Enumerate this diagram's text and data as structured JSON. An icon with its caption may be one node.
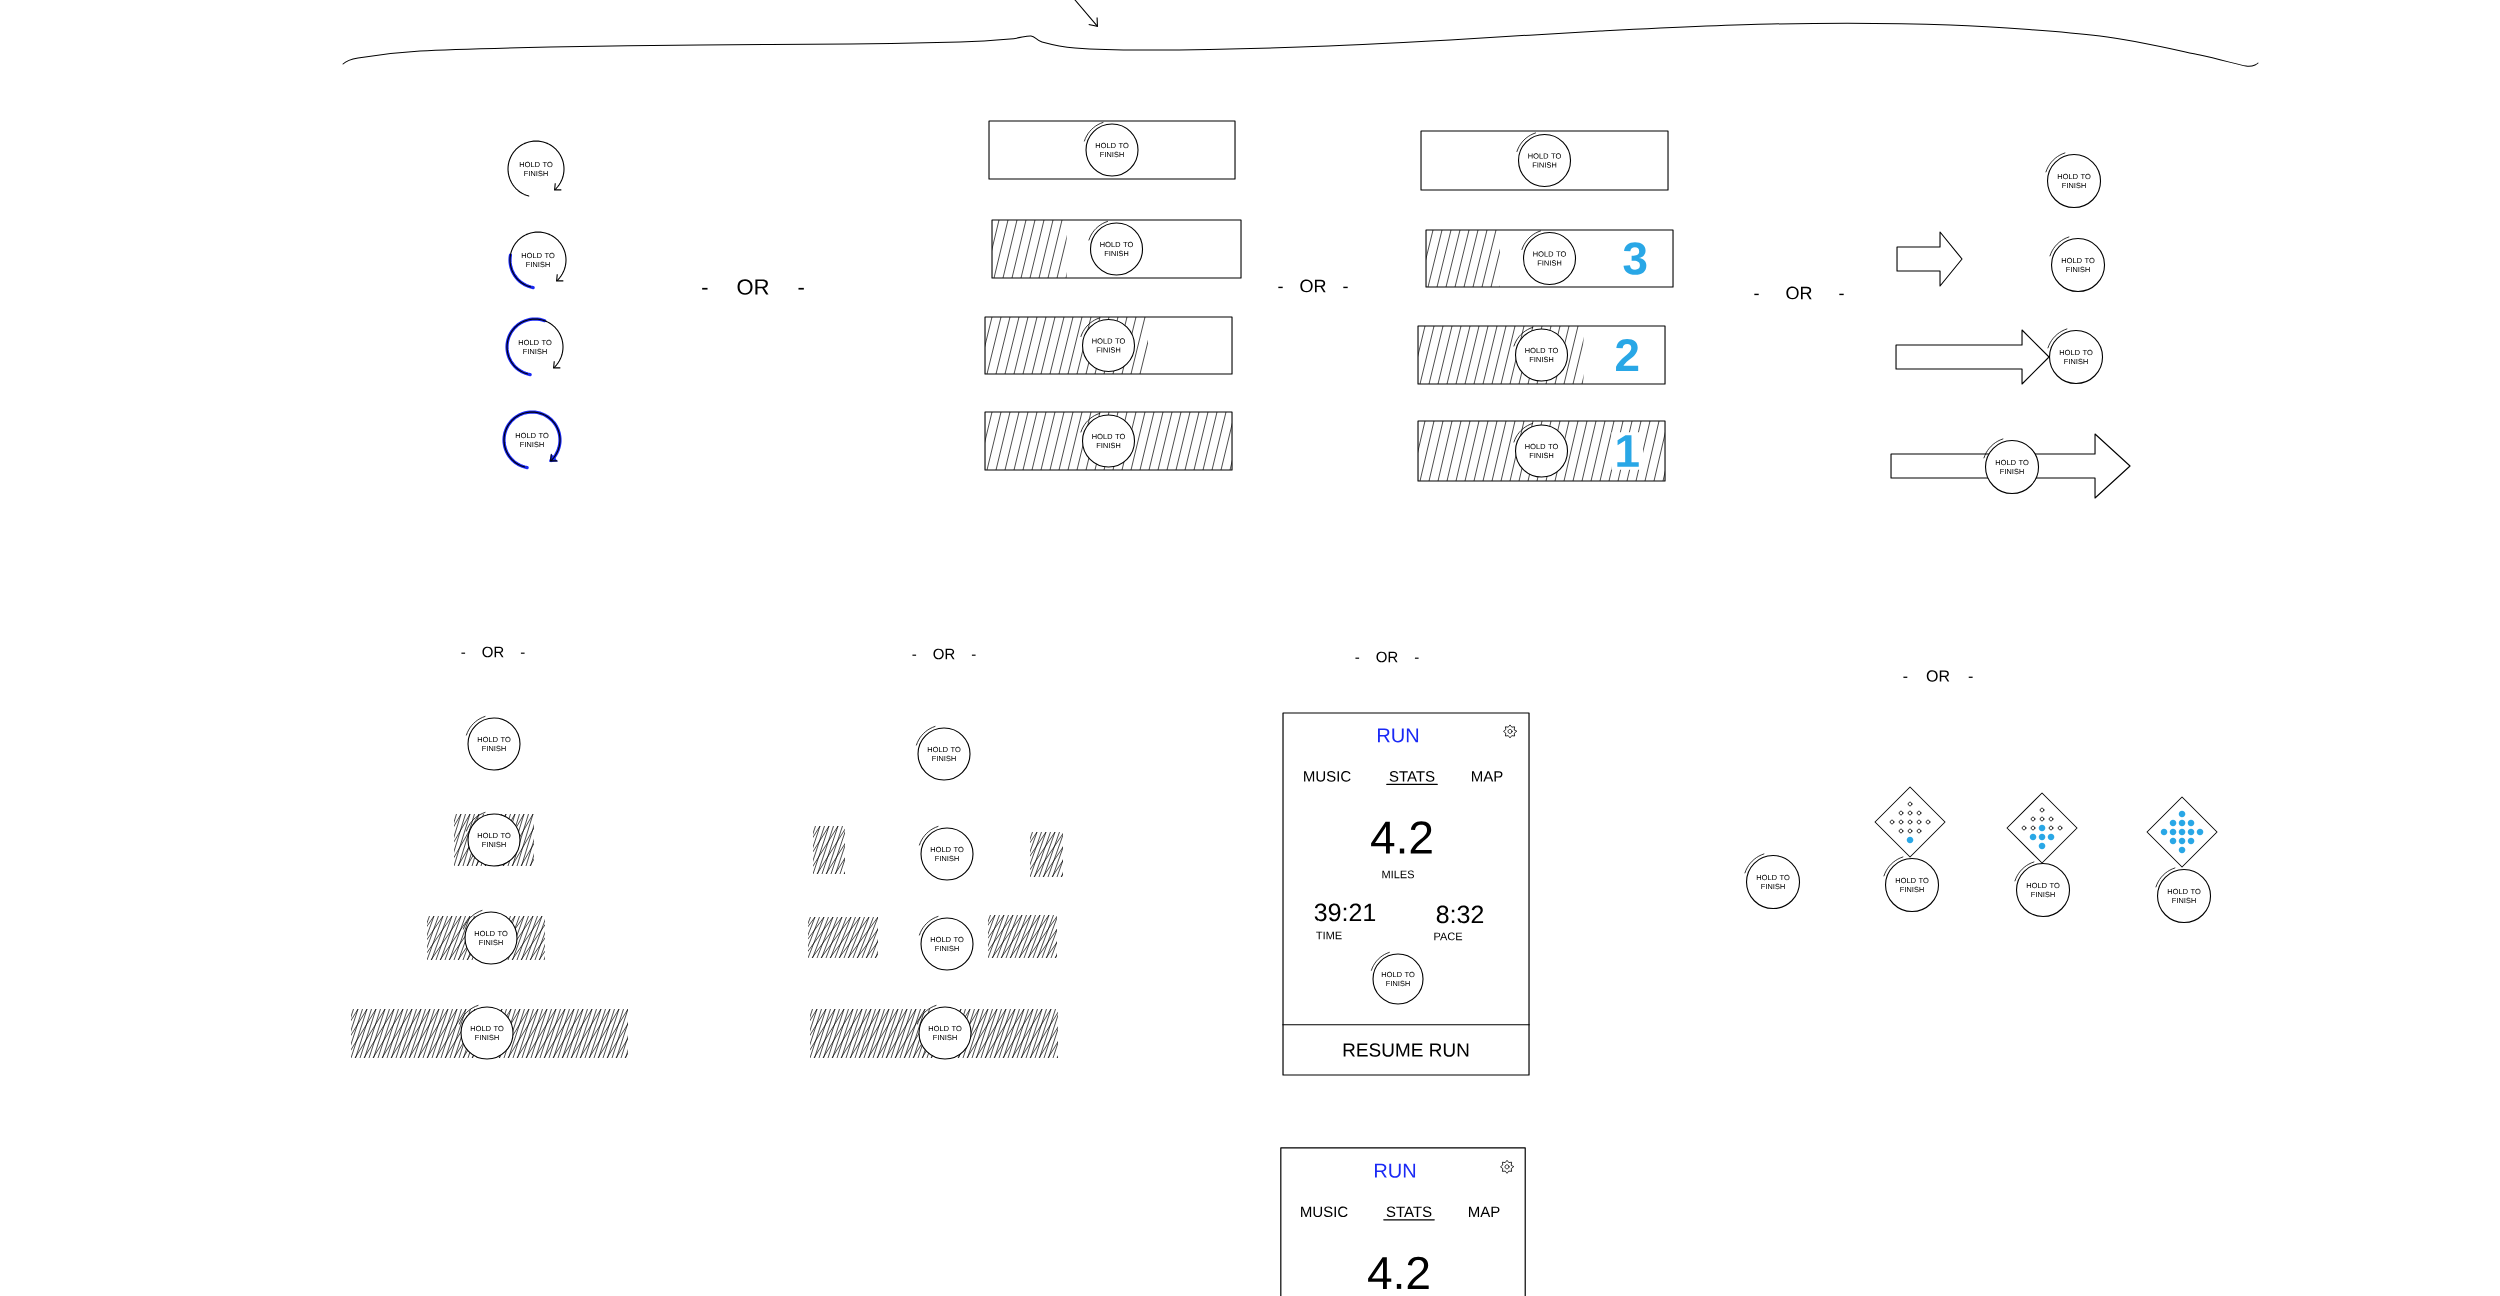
{
  "diagram": {
    "nodes": [
      {
        "text": [
          "HOLD TO FINISH"
        ]
      },
      {
        "text": [
          "HOLD TO FINISH"
        ]
      },
      {
        "text": [
          "HOLD TO FINISH"
        ]
      },
      {
        "text": [
          "HOLD TO FINISH"
        ]
      },
      {
        "text": [],
        "shape": "bar"
      },
      {
        "text": [
          "HOLD TO FINISH"
        ],
        "in": 4
      },
      {
        "text": [],
        "shape": "bar"
      },
      {
        "text": [
          "HOLD TO FINISH"
        ],
        "in": 6
      },
      {
        "text": [],
        "shape": "bar"
      },
      {
        "text": [
          "HOLD TO FINISH"
        ],
        "in": 8
      },
      {
        "text": [],
        "shape": "bar"
      },
      {
        "text": [
          "HOLD TO FINISH"
        ],
        "in": 10
      },
      {
        "text": [],
        "shape": "bar"
      },
      {
        "text": [
          "HOLD TO FINISH"
        ],
        "in": 12
      },
      {
        "text": [
          "3"
        ]
      },
      {
        "text": [
          "HOLD TO FINISH"
        ],
        "in": 14
      },
      {
        "text": [
          "2"
        ]
      },
      {
        "text": [
          "HOLD TO FINISH"
        ],
        "in": 16
      },
      {
        "text": [
          "1"
        ]
      },
      {
        "text": [
          "HOLD TO FINISH"
        ],
        "in": 18
      },
      {
        "text": [
          "HOLD TO FINISH"
        ]
      },
      {
        "text": [
          "HOLD TO FINISH"
        ]
      },
      {
        "text": [
          "HOLD TO FINISH"
        ]
      },
      {
        "text": [
          "HOLD TO FINISH"
        ]
      },
      {
        "text": [
          "HOLD TO FINISH"
        ]
      },
      {
        "text": [
          "HOLD TO FINISH"
        ]
      },
      {
        "text": [
          "HOLD TO FINISH"
        ]
      },
      {
        "text": [
          "HOLD TO FINISH"
        ]
      },
      {
        "text": [
          "HOLD TO FINISH"
        ]
      },
      {
        "text": [
          "HOLD TO FINISH"
        ]
      },
      {
        "text": [
          "HOLD TO FINISH"
        ]
      },
      {
        "text": [
          "HOLD TO FINISH"
        ]
      },
      {
        "text": [
          "RUN",
          "MUSIC",
          "STATS",
          "MAP",
          "4.2",
          "MILES",
          "39:21",
          "TIME",
          "8:32",
          "PACE"
        ]
      },
      {
        "text": [
          "HOLD TO FINISH"
        ],
        "in": 32
      },
      {
        "text": [
          "RESUME RUN"
        ],
        "in": 32
      },
      {
        "text": [
          "RUN",
          "MUSIC",
          "STATS",
          "MAP",
          "4.2"
        ]
      },
      {
        "text": [
          "HOLD TO FINISH"
        ]
      },
      {
        "text": [
          "HOLD TO FINISH"
        ]
      },
      {
        "text": [
          "HOLD TO FINISH"
        ]
      },
      {
        "text": [
          "HOLD TO FINISH"
        ]
      }
    ],
    "labels": [
      "- OR -",
      "- OR -",
      "- OR -",
      "- OR -",
      "- OR -",
      "- OR -",
      "- OR -"
    ]
  }
}
